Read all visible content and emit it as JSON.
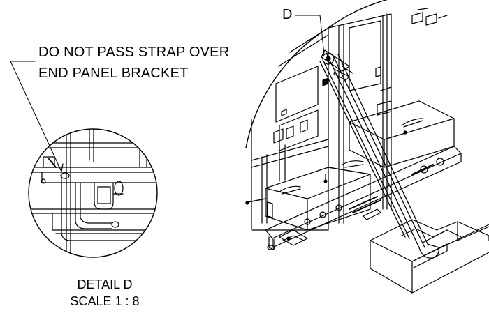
{
  "callout": {
    "line1": "DO NOT PASS STRAP OVER",
    "line2": "END PANEL BRACKET"
  },
  "detail_marker": "D",
  "detail_caption": {
    "title": "DETAIL D",
    "scale": "SCALE 1 : 8"
  },
  "colors": {
    "ink": "#000000",
    "paper": "#ffffff"
  }
}
